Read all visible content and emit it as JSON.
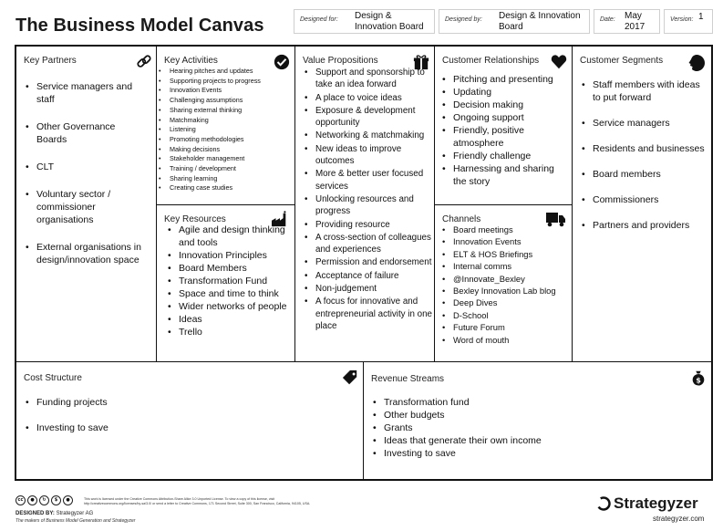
{
  "header": {
    "title": "The Business Model Canvas",
    "designed_for_label": "Designed for:",
    "designed_for_value": "Design & Innovation Board",
    "designed_by_label": "Designed by:",
    "designed_by_value": "Design & Innovation Board",
    "date_label": "Date:",
    "date_value": "May 2017",
    "version_label": "Version:",
    "version_value": "1"
  },
  "key_partners": {
    "title": "Key Partners",
    "icon": "link-icon",
    "items": [
      "Service managers and staff",
      "Other Governance Boards",
      "CLT",
      "Voluntary sector / commissioner organisations",
      "External organisations in design/innovation space"
    ]
  },
  "key_activities": {
    "title": "Key Activities",
    "icon": "checkmark-icon",
    "items": [
      "Hearing pitches and updates",
      "Supporting projects to progress",
      "Innovation Events",
      "Challenging assumptions",
      "Sharing external thinking",
      "Matchmaking",
      "Listening",
      "Promoting methodologies",
      "Making decisions",
      "Stakeholder management",
      "Training / development",
      "Sharing learning",
      "Creating case studies"
    ]
  },
  "key_resources": {
    "title": "Key Resources",
    "icon": "factory-icon",
    "items": [
      "Agile and design thinking and tools",
      "Innovation Principles",
      "Board Members",
      "Transformation Fund",
      "Space and time to think",
      "Wider networks of people",
      "Ideas",
      "Trello"
    ]
  },
  "value_propositions": {
    "title": "Value Propositions",
    "icon": "gift-icon",
    "items": [
      "Support and sponsorship to take an idea forward",
      "A place to voice ideas",
      "Exposure & development opportunity",
      "Networking & matchmaking",
      "New ideas to improve outcomes",
      "More & better user focused services",
      "Unlocking resources and progress",
      "Providing resource",
      "A cross-section of colleagues and experiences",
      "Permission and endorsement",
      "Acceptance of failure",
      "Non-judgement",
      "A focus for innovative and entrepreneurial activity in one place"
    ]
  },
  "customer_relationships": {
    "title": "Customer Relationships",
    "icon": "heart-icon",
    "items": [
      "Pitching and presenting",
      "Updating",
      "Decision making",
      "Ongoing support",
      "Friendly, positive atmosphere",
      "Friendly challenge",
      "Harnessing and sharing the story"
    ]
  },
  "channels": {
    "title": "Channels",
    "icon": "truck-icon",
    "items": [
      "Board meetings",
      "Innovation Events",
      "ELT & HOS Briefings",
      "Internal comms",
      "@Innovate_Bexley",
      "Bexley Innovation Lab blog",
      "Deep Dives",
      "D-School",
      "Future Forum",
      "Word of mouth"
    ]
  },
  "customer_segments": {
    "title": "Customer Segments",
    "icon": "person-head-icon",
    "items": [
      "Staff members with ideas to put forward",
      "Service managers",
      "Residents and businesses",
      "Board members",
      "Commissioners",
      "Partners and providers"
    ]
  },
  "cost_structure": {
    "title": "Cost Structure",
    "icon": "price-tag-icon",
    "items": [
      "Funding projects",
      "Investing to save"
    ]
  },
  "revenue_streams": {
    "title": "Revenue Streams",
    "icon": "money-bag-icon",
    "items": [
      "Transformation fund",
      "Other budgets",
      "Grants",
      "Ideas that generate their own income",
      "Investing to save"
    ]
  },
  "footer": {
    "license_text": "This work is licensed under the Creative Commons Attribution-Share Alike 3.0 Unported License. To view a copy of this license, visit http://creativecommons.org/licenses/by-sa/3.0/ or send a letter to Creative Commons, 171 Second Street, Suite 300, San Francisco, California, 94105, USA.",
    "designed_by_label": "DESIGNED BY:",
    "designed_by_value": "Strategyzer AG",
    "maker_text": "The makers of Business Model Generation and Strategyzer",
    "brand": "Strategyzer",
    "brand_url": "strategyzer.com"
  }
}
